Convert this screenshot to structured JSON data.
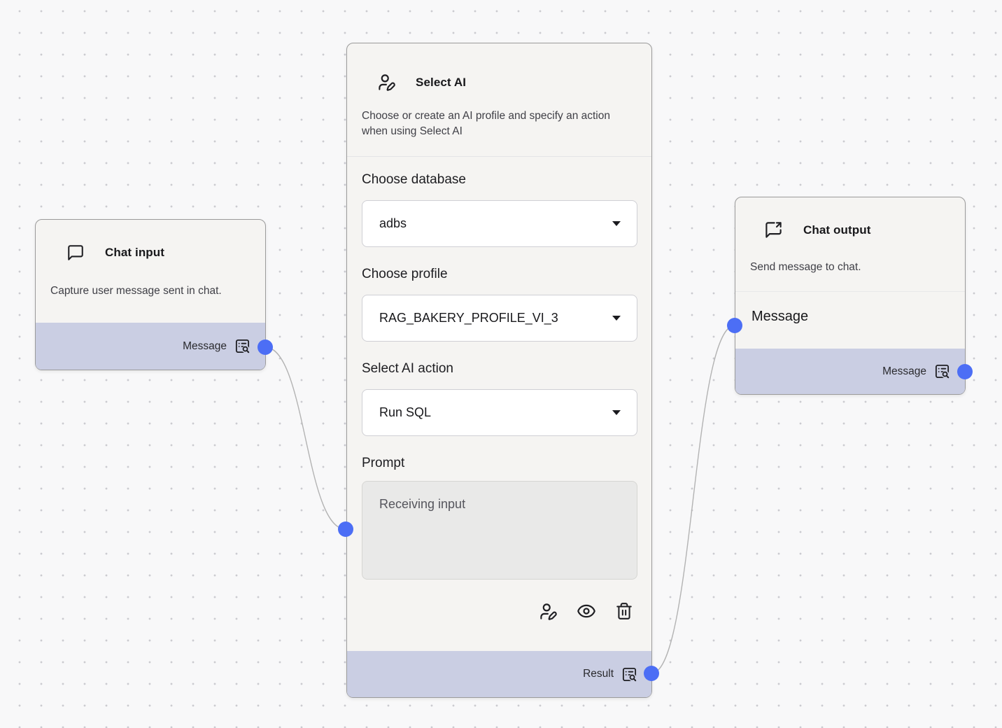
{
  "nodes": {
    "chat_input": {
      "title": "Chat input",
      "description": "Capture user message sent in chat.",
      "output_label": "Message"
    },
    "select_ai": {
      "title": "Select AI",
      "description": "Choose or create an AI profile and specify an action when using Select AI",
      "fields": [
        {
          "label": "Choose database",
          "value": "adbs"
        },
        {
          "label": "Choose profile",
          "value": "RAG_BAKERY_PROFILE_VI_3"
        },
        {
          "label": "Select AI action",
          "value": "Run SQL"
        }
      ],
      "prompt": {
        "label": "Prompt",
        "placeholder": "Receiving input"
      },
      "toolbar_icons": [
        "user-pen-icon",
        "eye-icon",
        "trash-icon"
      ],
      "output_label": "Result"
    },
    "chat_output": {
      "title": "Chat output",
      "description": "Send message to chat.",
      "input_label": "Message",
      "output_label": "Message"
    }
  },
  "colors": {
    "canvas_bg": "#f8f8f9",
    "node_bg": "#f5f4f2",
    "footer_lavender": "#cacee3",
    "handle_blue": "#4c6ef5",
    "edge_gray": "#b3b3b3"
  }
}
